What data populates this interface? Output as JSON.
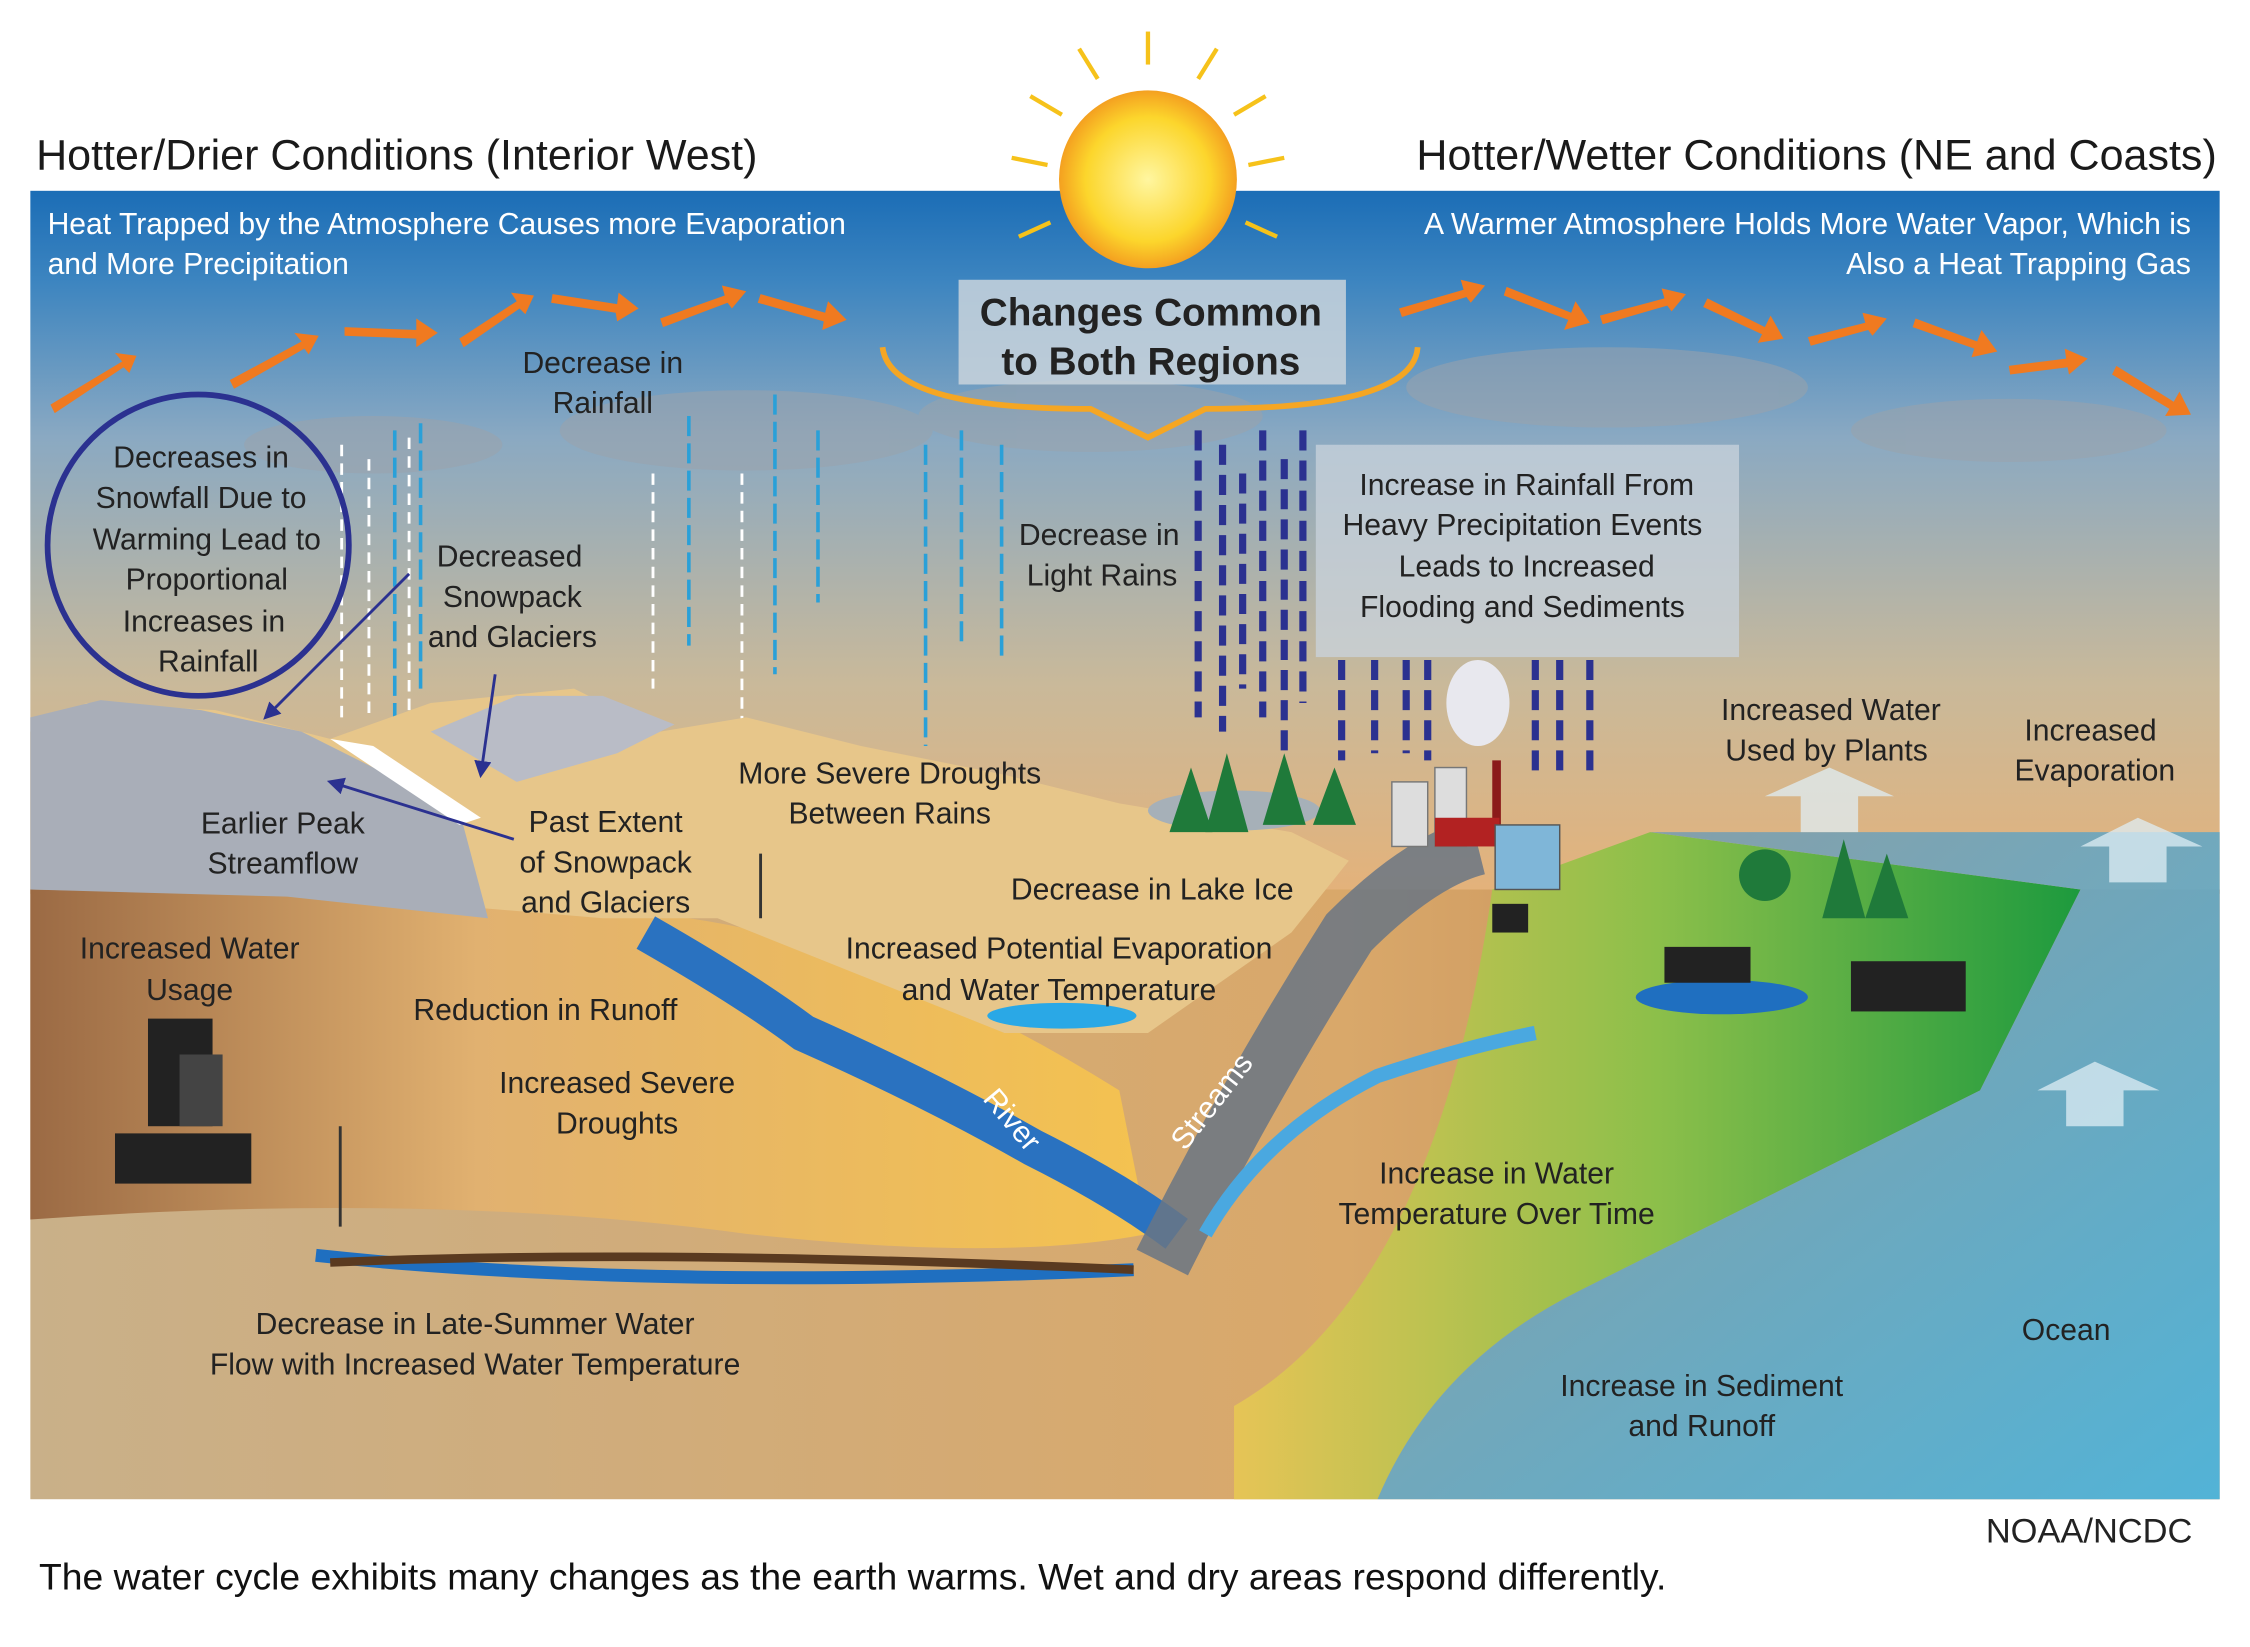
{
  "titles": {
    "left": "Hotter/Drier Conditions (Interior West)",
    "right": "Hotter/Wetter Conditions (NE and Coasts)"
  },
  "header": {
    "left": [
      "Heat Trapped by the Atmosphere Causes more Evaporation",
      "and More Precipitation"
    ],
    "right": [
      "A Warmer Atmosphere Holds More Water Vapor, Which is",
      "Also a Heat Trapping Gas"
    ]
  },
  "common_box": [
    "Changes Common",
    "to Both Regions"
  ],
  "labels": {
    "decrease_rainfall": [
      "Decrease in",
      "Rainfall"
    ],
    "snowfall_cycle": [
      "Decreases in",
      "Snowfall Due to",
      "Warming  Lead to",
      "Proportional",
      "Increases in",
      "Rainfall"
    ],
    "decreased_snowpack": [
      "Decreased",
      "Snowpack",
      "and Glaciers"
    ],
    "light_rains": [
      "Decrease in",
      "Light Rains"
    ],
    "heavy_precip": [
      "Increase in Rainfall From",
      "Heavy Precipitation Events",
      "Leads to Increased",
      "Flooding and Sediments"
    ],
    "droughts_between": [
      "More Severe Droughts",
      "Between Rains"
    ],
    "water_plants": [
      "Increased Water",
      "Used by Plants"
    ],
    "evaporation": [
      "Increased",
      "Evaporation"
    ],
    "earlier_peak": [
      "Earlier Peak",
      "Streamflow"
    ],
    "past_extent": [
      "Past Extent",
      "of Snowpack",
      "and Glaciers"
    ],
    "lake_ice": "Decrease in Lake Ice",
    "water_usage": [
      "Increased Water",
      "Usage"
    ],
    "potential_evap": [
      "Increased Potential Evaporation",
      "and Water Temperature"
    ],
    "runoff": "Reduction in Runoff",
    "severe_droughts": [
      "Increased Severe",
      "Droughts"
    ],
    "river": "River",
    "streams": "Streams",
    "water_temp": [
      "Increase in Water",
      "Temperature Over Time"
    ],
    "ocean": "Ocean",
    "late_summer": [
      "Decrease in Late-Summer Water",
      "Flow with Increased Water Temperature"
    ],
    "sediment": [
      "Increase in Sediment",
      "and Runoff"
    ]
  },
  "credit": "NOAA/NCDC",
  "caption": "The water cycle exhibits many changes as the earth warms. Wet and dry areas respond differently."
}
